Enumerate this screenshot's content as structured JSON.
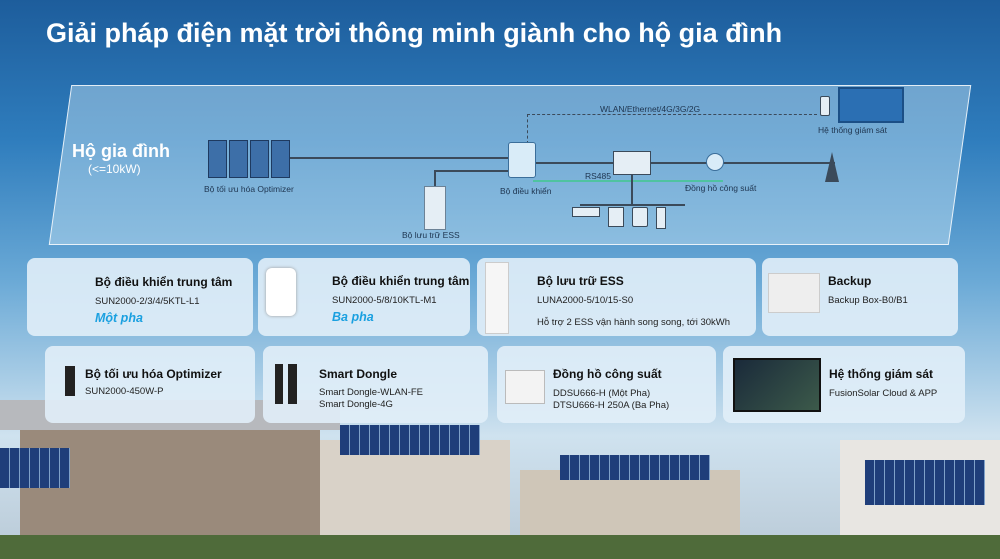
{
  "title": "Giải pháp điện mặt trời thông minh giành cho hộ gia đình",
  "diagram": {
    "household": "Hộ gia đình",
    "capacity": "(<=10kW)",
    "optimizer": "Bộ tối ưu hóa Optimizer",
    "controller": "Bộ điều khiển",
    "ess": "Bộ lưu trữ ESS",
    "rs485": "RS485",
    "meter": "Đồng hồ công suất",
    "network": "WLAN/Ethernet/4G/3G/2G",
    "monitoring": "Hệ thống giám sát"
  },
  "cards": [
    {
      "title": "Bộ điều khiển trung tâm",
      "lines": [
        "SUN2000-2/3/4/5KTL-L1"
      ],
      "phase": "Một pha"
    },
    {
      "title": "Bộ điều khiển trung tâm",
      "lines": [
        "SUN2000-5/8/10KTL-M1"
      ],
      "phase": "Ba pha"
    },
    {
      "title": "Bộ lưu trữ ESS",
      "lines": [
        "LUNA2000-5/10/15-S0",
        "Hỗ trợ 2 ESS vận hành song song, tới 30kWh"
      ]
    },
    {
      "title": "Backup",
      "lines": [
        "Backup Box-B0/B1"
      ]
    },
    {
      "title": "Bộ tối ưu hóa Optimizer",
      "lines": [
        "SUN2000-450W-P"
      ]
    },
    {
      "title": "Smart Dongle",
      "lines": [
        "Smart Dongle-WLAN-FE",
        "Smart Dongle-4G"
      ]
    },
    {
      "title": "Đồng hồ công suất",
      "lines": [
        "DDSU666-H (Một Pha)",
        "DTSU666-H 250A (Ba Pha)"
      ]
    },
    {
      "title": "Hệ thống giám sát",
      "lines": [
        "FusionSolar Cloud & APP"
      ]
    }
  ]
}
